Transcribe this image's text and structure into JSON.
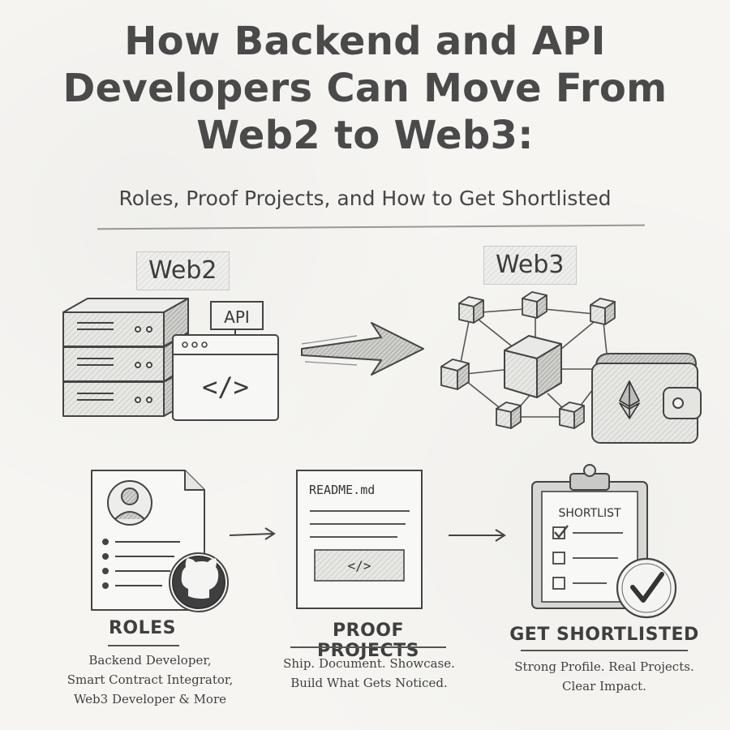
{
  "title": {
    "line1": "How Backend and API",
    "line2": "Developers Can Move From",
    "line3": "Web2 to Web3:"
  },
  "subtitle": "Roles, Proof Projects, and How to Get Shortlisted",
  "transition": {
    "from_label": "Web2",
    "to_label": "Web3",
    "api_badge": "API",
    "code_symbol": "</>"
  },
  "steps": [
    {
      "heading": "ROLES",
      "lines": [
        "Backend Developer,",
        "Smart Contract Integrator,",
        "Web3 Developer & More"
      ]
    },
    {
      "heading": "PROOF PROJECTS",
      "doc_title": "README.md",
      "code_symbol": "</>",
      "lines": [
        "Ship. Document. Showcase.",
        "Build What Gets Noticed."
      ]
    },
    {
      "heading": "GET SHORTLISTED",
      "clipboard_title": "SHORTLIST",
      "lines": [
        "Strong Profile. Real Projects.",
        "Clear Impact."
      ]
    }
  ],
  "colors": {
    "ink": "#3a3a3a",
    "paper": "#f6f5f2",
    "shade": "#d9d9d6"
  }
}
